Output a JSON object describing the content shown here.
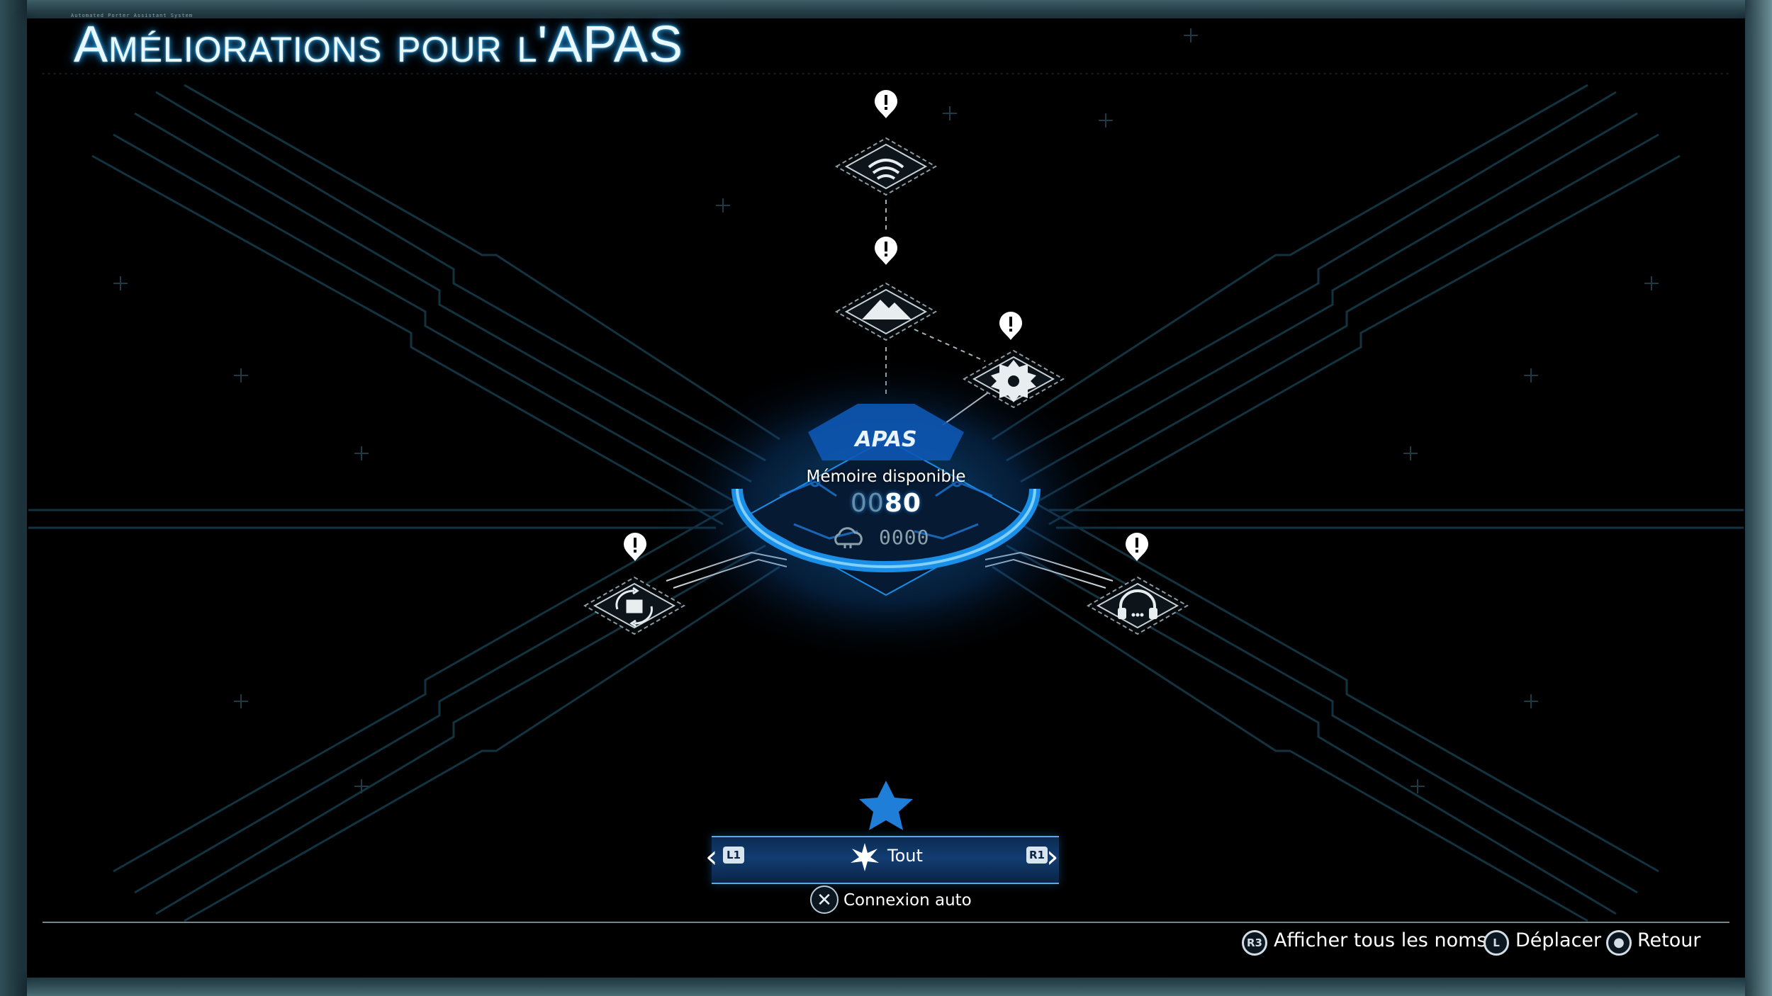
{
  "header": {
    "subtitle": "Automated Porter Assistant System",
    "title": "Améliorations pour l'APAS"
  },
  "center": {
    "logo": "APAS",
    "memory_label": "Mémoire disponible",
    "memory_leading": "00",
    "memory_value": "80",
    "secondary_count": "0000",
    "cloud_icon": "cloud-chip-icon"
  },
  "nodes": [
    {
      "name": "wifi-signal",
      "icon": "wifi-signal-icon",
      "alert": true
    },
    {
      "name": "terrain",
      "icon": "mountain-icon",
      "alert": true
    },
    {
      "name": "gear",
      "icon": "gear-icon",
      "alert": true
    },
    {
      "name": "storage-cycle",
      "icon": "recycle-box-icon",
      "alert": true
    },
    {
      "name": "audio",
      "icon": "headphones-icon",
      "alert": true
    }
  ],
  "filter": {
    "left_button": "L1",
    "right_button": "R1",
    "label": "Tout",
    "icon": "burst-icon",
    "favorite_icon": "star-icon"
  },
  "actions": {
    "auto_connect_button": "✕",
    "auto_connect_label": "Connexion auto"
  },
  "hints": [
    {
      "button": "R3",
      "label": "Afficher tous les noms"
    },
    {
      "button": "L",
      "label": "Déplacer"
    },
    {
      "button": "●",
      "label": "Retour"
    }
  ],
  "colors": {
    "accent": "#1a8fe8",
    "glow": "#2aa8e8",
    "circuit": "#163a4a",
    "background": "#000000"
  }
}
